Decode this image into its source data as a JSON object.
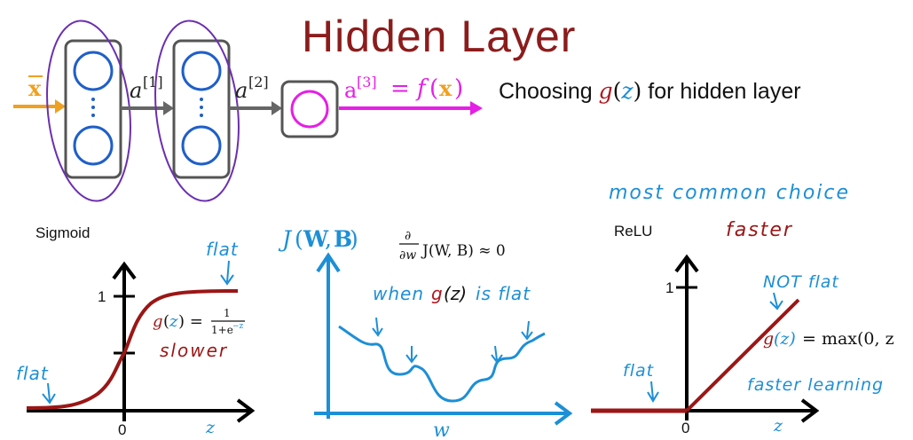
{
  "title": "Hidden Layer",
  "network": {
    "input": "x",
    "a1": "a",
    "a1_sup": "[1]",
    "a2": "a",
    "a2_sup": "[2]",
    "a3": "a",
    "a3_sup": "[3]",
    "equals": "=",
    "f": "f",
    "fx": "x"
  },
  "heading": {
    "prefix": "Choosing ",
    "g": "g",
    "z": "z",
    "suffix": " for hidden layer"
  },
  "sigmoid": {
    "label": "Sigmoid",
    "formula_lhs": "g(z) =",
    "formula_num": "1",
    "formula_den": "1+e",
    "formula_exp": "−z",
    "note_slower": "slower",
    "note_flat_right": "flat",
    "note_flat_left": "flat",
    "tick_one": "1",
    "tick_zero": "0",
    "xlabel": "z"
  },
  "cost": {
    "ylabel": "J(W, B)",
    "deriv_partial": "∂",
    "deriv_w": "∂w",
    "deriv_expr": "J(W, B) ≈ 0",
    "note_when": "when",
    "note_g": "g",
    "note_z": "(z)",
    "note_flat": "is flat",
    "xlabel": "w"
  },
  "relu": {
    "label": "ReLU",
    "note_common": "most common choice",
    "note_faster": "faster",
    "note_not_flat": "NOT flat",
    "formula_g": "g",
    "formula_z": "(z)",
    "formula_rhs": "= max(0, z",
    "note_flat": "flat",
    "note_learning": "faster learning",
    "tick_one": "1",
    "tick_zero": "0",
    "xlabel": "z"
  },
  "colors": {
    "title": "#8c1c1c",
    "blue": "#1d8fd6",
    "neuron": "#1f5fc9",
    "magenta": "#e61ee6",
    "orange": "#f0a020",
    "red": "#b0171f",
    "purple": "#6b2fb0",
    "gray": "#6e6e6e"
  }
}
